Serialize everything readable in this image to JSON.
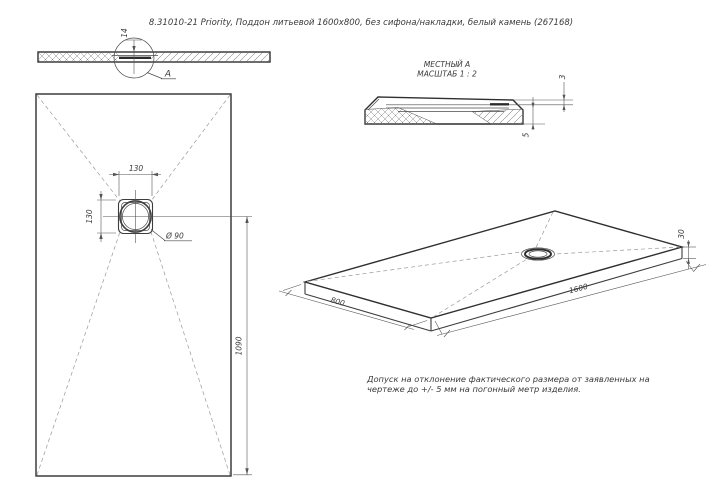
{
  "title": "8.31010-21 Priority, Поддон литьевой 1600x800, без сифона/накладки, белый камень (267168)",
  "section_view": {
    "thickness_dim": "14",
    "detail_label": "A"
  },
  "plan_view": {
    "drain_width_dim": "130",
    "drain_height_dim": "130",
    "drain_diameter_dim": "Ø 90",
    "center_to_edge_dim": "1090"
  },
  "detail_view": {
    "heading_line1": "МЕСТНЫЙ А",
    "heading_line2": "МАСШТАБ 1 : 2",
    "lip_dim": "3",
    "depth_dim": "5"
  },
  "iso_view": {
    "width_dim": "800",
    "length_dim": "1600",
    "height_dim": "30"
  },
  "note": {
    "line1": "Допуск на отклонение фактического размера от заявленных на",
    "line2": "чертеже до +/- 5 мм на погонный метр изделия."
  },
  "colors": {
    "background": "#ffffff",
    "line": "#3d3d3d",
    "dimension": "#555555",
    "dashed": "#9a9a9a",
    "text": "#3a3a3a"
  }
}
